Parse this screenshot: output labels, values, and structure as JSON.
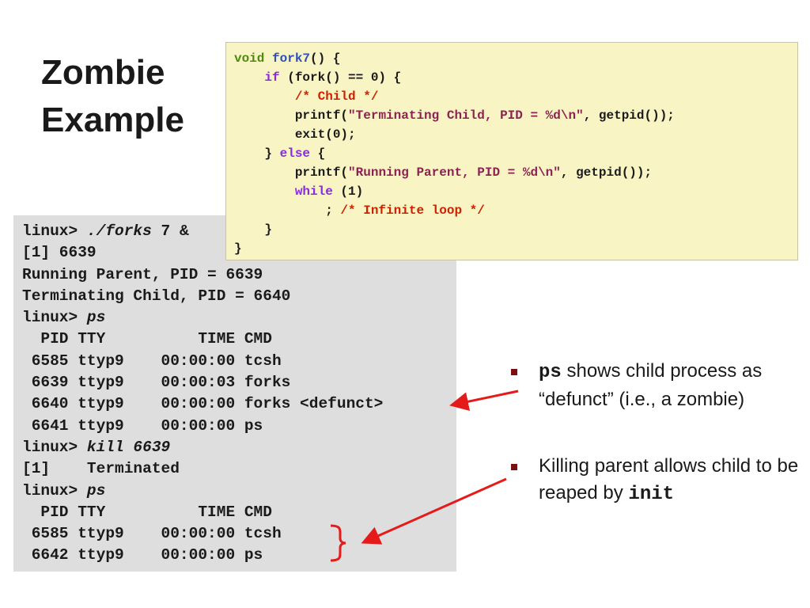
{
  "slide": {
    "title_line1": "Zombie",
    "title_line2": "Example"
  },
  "terminal": {
    "l1_prompt": "linux> ",
    "l1_cmd": "./forks",
    "l1_rest": " 7 &",
    "l2": "[1] 6639",
    "l3": "Running Parent, PID = 6639",
    "l4": "Terminating Child, PID = 6640",
    "l5_prompt": "linux> ",
    "l5_cmd": "ps",
    "l6": "  PID TTY          TIME CMD",
    "l7": " 6585 ttyp9    00:00:00 tcsh",
    "l8": " 6639 ttyp9    00:00:03 forks",
    "l9": " 6640 ttyp9    00:00:00 forks <defunct>",
    "l10": " 6641 ttyp9    00:00:00 ps",
    "l11_prompt": "linux> ",
    "l11_cmd": "kill 6639",
    "l12": "[1]    Terminated",
    "l13_prompt": "linux> ",
    "l13_cmd": "ps",
    "l14": "  PID TTY          TIME CMD",
    "l15": " 6585 ttyp9    00:00:00 tcsh",
    "l16": " 6642 ttyp9    00:00:00 ps"
  },
  "code": {
    "c1_void": "void",
    "c1_sp": " ",
    "c1_fn": "fork7",
    "c1_rest": "() {",
    "c2_indent": "    ",
    "c2_if": "if",
    "c2_rest": " (fork() == 0) {",
    "c3_indent": "        ",
    "c3_comment": "/* Child */",
    "c4_indent": "        ",
    "c4_call": "printf(",
    "c4_str": "\"Terminating Child, PID = %d\\n\"",
    "c4_rest": ", getpid());",
    "c5": "        exit(0);",
    "c6_brace": "    } ",
    "c6_else": "else",
    "c6_rest": " {",
    "c7_indent": "        ",
    "c7_call": "printf(",
    "c7_str": "\"Running Parent, PID = %d\\n\"",
    "c7_rest": ", getpid());",
    "c8_indent": "        ",
    "c8_while": "while",
    "c8_rest": " (1)",
    "c9_indent": "            ; ",
    "c9_comment": "/* Infinite loop */",
    "c10": "    }",
    "c11": "}"
  },
  "bullets": {
    "b1_code": "ps",
    "b1_text": " shows child process as “defunct” (i.e., a zombie)",
    "b2_text": "Killing parent allows child to be reaped by ",
    "b2_code": "init"
  },
  "colors": {
    "arrow": "#e51a1a",
    "bullet_marker": "#7a1010",
    "code_background": "#f8f4c4",
    "terminal_background": "#dedede"
  }
}
